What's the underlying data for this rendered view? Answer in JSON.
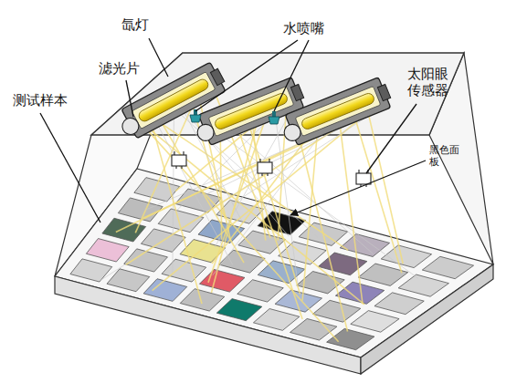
{
  "diagram": {
    "labels": [
      "氙灯",
      "滤光片",
      "水喷嘴",
      "太阳眼 传感器",
      "测试样本",
      "黑色面 板"
    ]
  }
}
